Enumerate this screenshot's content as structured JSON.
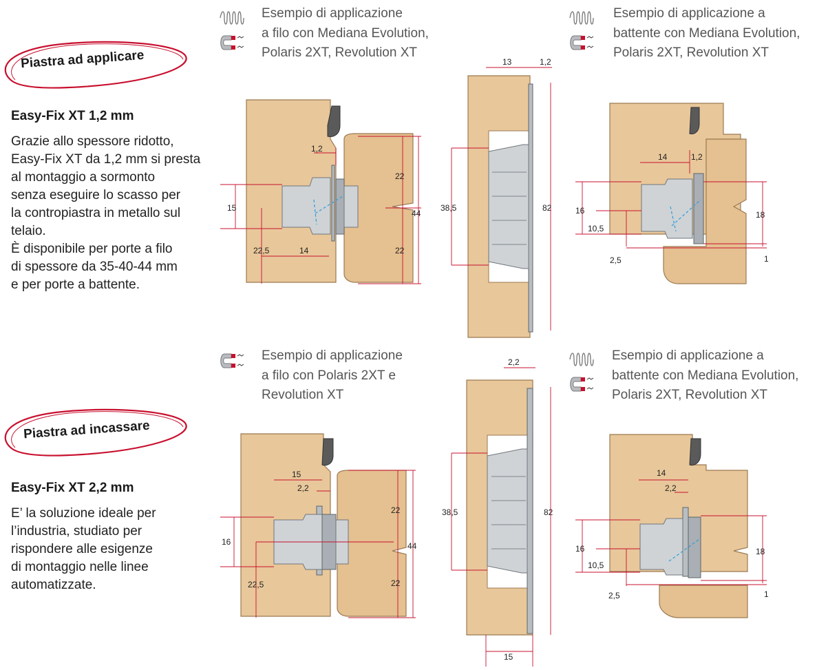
{
  "sections": [
    {
      "badge": "Piastra ad applicare",
      "product_title": "Easy-Fix XT 1,2 mm",
      "description": [
        "Grazie allo spessore ridotto,",
        "Easy-Fix XT da 1,2 mm si presta",
        "al montaggio a sormonto",
        "senza eseguire lo scasso per",
        "la contropiastra in metallo sul",
        "telaio.",
        "È disponibile per porte a filo",
        "di spessore da 35-40-44 mm",
        "e per porte a battente."
      ],
      "captions": [
        [
          "Esempio di applicazione",
          "a filo con Mediana Evolution,",
          "Polaris 2XT, Revolution XT"
        ],
        [
          "Esempio di applicazione a",
          "battente con Mediana Evolution,",
          "Polaris 2XT, Revolution XT"
        ]
      ],
      "dims_left": {
        "a": "1,2",
        "b": "15",
        "c": "22,5",
        "d": "14",
        "e": "22",
        "f": "22",
        "g": "44"
      },
      "dims_center": {
        "a": "13",
        "b": "1,2",
        "c": "38,5",
        "d": "82"
      },
      "dims_right": {
        "a": "14",
        "b": "1,2",
        "c": "16",
        "d": "10,5",
        "e": "2,5",
        "f": "18",
        "g": "1"
      }
    },
    {
      "badge": "Piastra ad incassare",
      "product_title": "Easy-Fix XT 2,2 mm",
      "description": [
        "E’ la soluzione ideale per",
        "l’industria, studiato per",
        "rispondere alle esigenze",
        "di montaggio nelle linee",
        "automatizzate."
      ],
      "captions": [
        [
          "Esempio di applicazione",
          "a filo con Polaris 2XT e",
          "Revolution XT"
        ],
        [
          "Esempio di applicazione a",
          "battente con Mediana Evolution,",
          "Polaris 2XT, Revolution XT"
        ]
      ],
      "dims_left": {
        "a": "15",
        "b": "2,2",
        "c": "16",
        "d": "22,5",
        "e": "22",
        "f": "22",
        "g": "44"
      },
      "dims_center": {
        "a": "2,2",
        "b": "38,5",
        "c": "82",
        "d": "15"
      },
      "dims_right": {
        "a": "14",
        "b": "2,2",
        "c": "16",
        "d": "10,5",
        "e": "2,5",
        "f": "18",
        "g": "1"
      }
    }
  ],
  "icons": {
    "spring": "spring-icon",
    "magnet": "magnet-icon"
  },
  "colors": {
    "accent_red": "#c8102e",
    "wood": "#e8c79a",
    "metal": "#cfd3d6",
    "caption_gray": "#555555"
  }
}
